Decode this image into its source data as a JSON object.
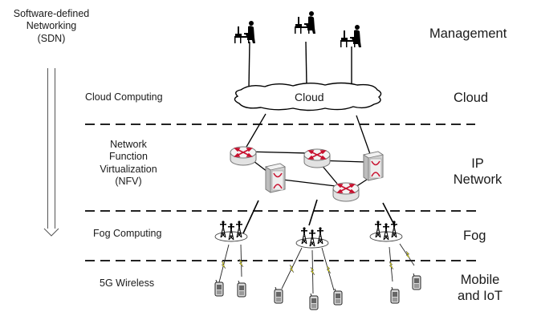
{
  "left_labels": {
    "sdn": [
      "Software-defined",
      "Networking",
      "(SDN)"
    ],
    "cloud_computing": "Cloud Computing",
    "nfv": [
      "Network",
      "Function",
      "Virtualization",
      "(NFV)"
    ],
    "fog_computing": "Fog Computing",
    "wireless_5g": "5G Wireless"
  },
  "layers": {
    "management": "Management",
    "cloud": "Cloud",
    "ip_network": [
      "IP",
      "Network"
    ],
    "fog": "Fog",
    "mobile_iot": [
      "Mobile",
      "and IoT"
    ]
  },
  "cloud_label": "Cloud",
  "icons": {
    "workstations": 3,
    "routers": 3,
    "switches": 2,
    "fog_clusters": 3,
    "mobile_devices": 7
  },
  "colors": {
    "line": "#000000",
    "arrow_red": "#c8102e",
    "lightning": "#e6e000",
    "device_gray": "#d9d9d9"
  }
}
